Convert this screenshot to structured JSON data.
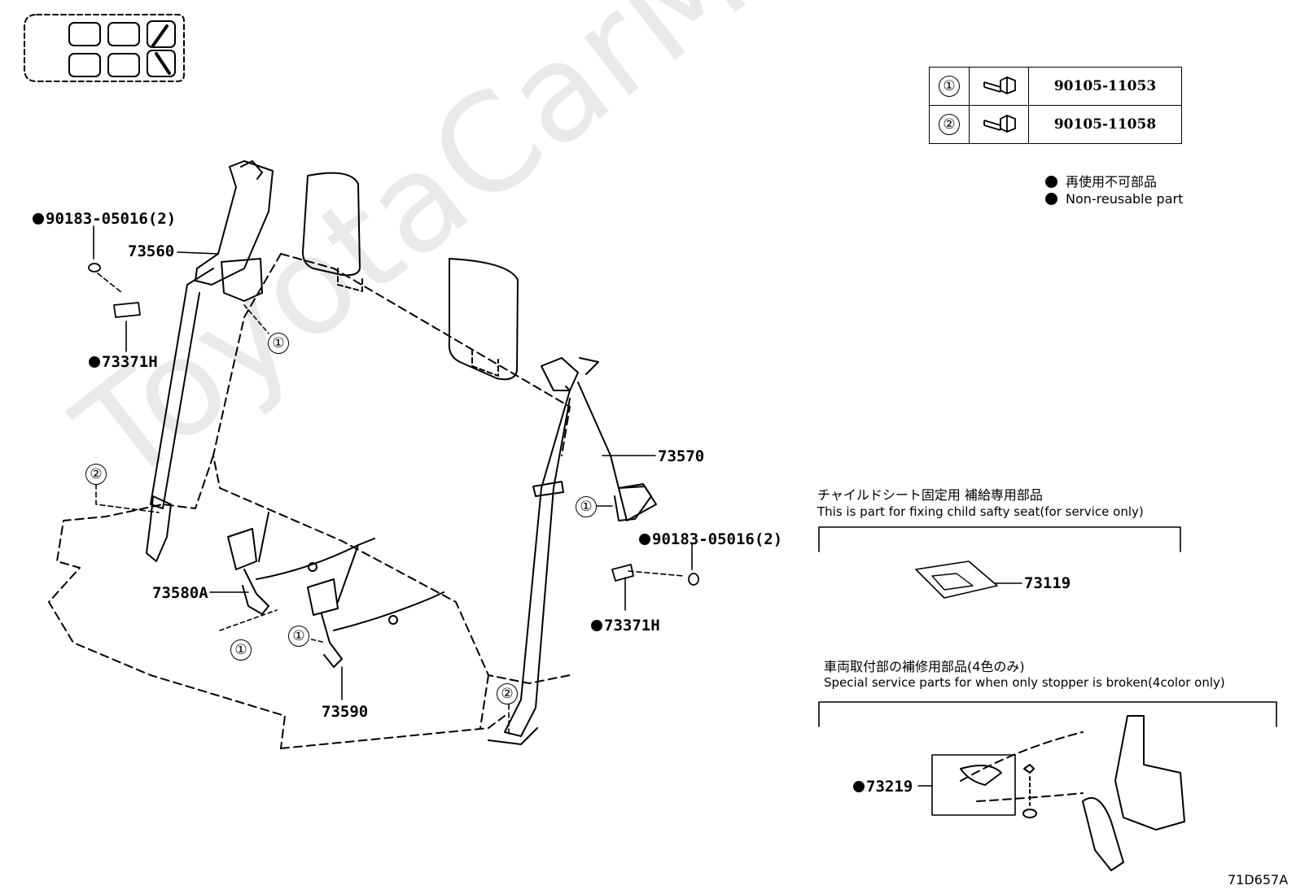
{
  "fastener_table": [
    {
      "ref": "①",
      "part_no": "90105-11053"
    },
    {
      "ref": "②",
      "part_no": "90105-11058"
    }
  ],
  "legend": {
    "jp": "再使用不可部品",
    "en": "Non-reusable part"
  },
  "labels": {
    "left_nut": "90183-05016(2)",
    "left_belt": "73560",
    "left_cover": "73371H",
    "right_belt": "73570",
    "right_nut": "90183-05016(2)",
    "right_cover": "73371H",
    "buckle_left": "73580A",
    "buckle_center": "73590",
    "child_seat_part": "73119",
    "stopper_part": "73219"
  },
  "callouts": {
    "one": "①",
    "two": "②"
  },
  "child_seat_note": {
    "jp": "チャイルドシート固定用 補給専用部品",
    "en": "This is part for fixing child safty seat(for service only)"
  },
  "stopper_note": {
    "jp": "車両取付部の補修用部品(4色のみ)",
    "en": "Special service parts for when only stopper is broken(4color only)"
  },
  "watermark": "ToyotaCarMine.ru",
  "drawing_code": "71D657A"
}
